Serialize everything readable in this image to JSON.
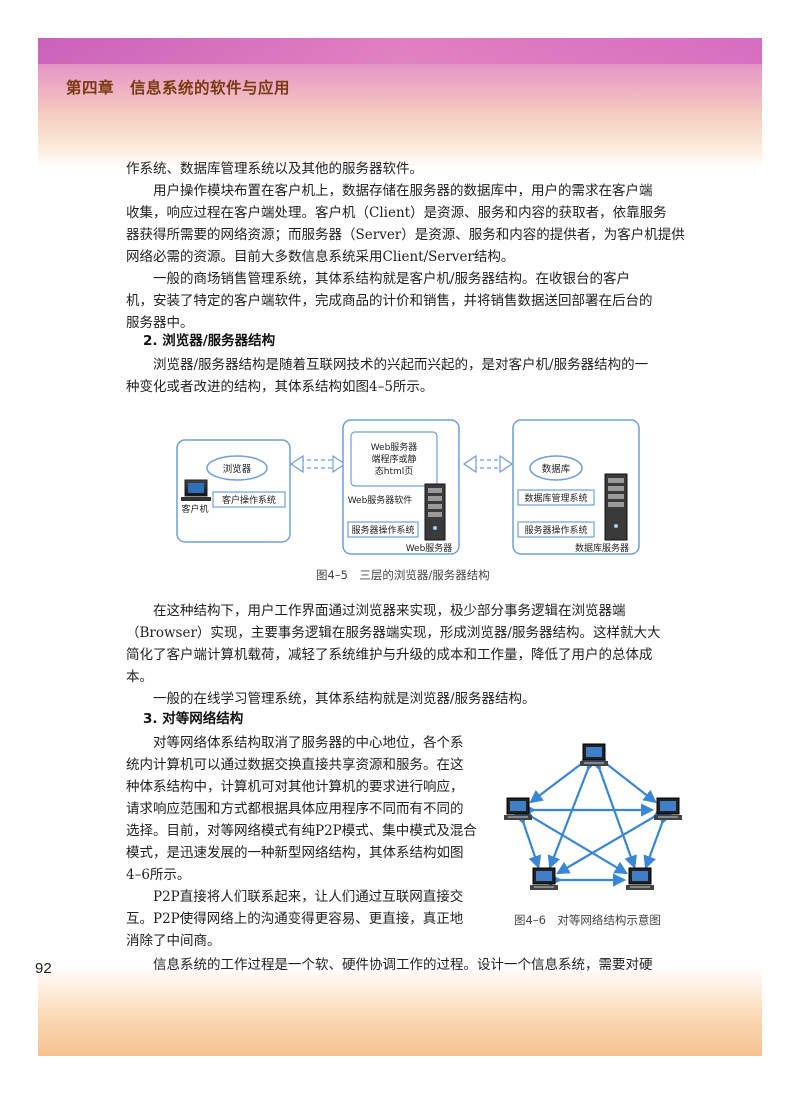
{
  "header": {
    "chapter_title": "第四章　信息系统的软件与应用"
  },
  "page_number": "92",
  "paragraphs": {
    "p1": [
      "作系统、数据库管理系统以及其他的服务器软件。"
    ],
    "p2": [
      "　　用户操作模块布置在客户机上，数据存储在服务器的数据库中，用户的需求在客户端",
      "收集，响应过程在客户端处理。客户机（Client）是资源、服务和内容的获取者，依靠服务",
      "器获得所需要的网络资源；而服务器（Server）是资源、服务和内容的提供者，为客户机提供",
      "网络必需的资源。目前大多数信息系统采用Client/Server结构。"
    ],
    "p3": [
      "　　一般的商场销售管理系统，其体系结构就是客户机/服务器结构。在收银台的客户",
      "机，安装了特定的客户端软件，完成商品的计价和销售，并将销售数据送回部署在后台的",
      "服务器中。"
    ],
    "h2": "2. 浏览器/服务器结构",
    "p4": [
      "　　浏览器/服务器结构是随着互联网技术的兴起而兴起的，是对客户机/服务器结构的一",
      "种变化或者改进的结构，其体系结构如图4–5所示。"
    ],
    "p5": [
      "　　在这种结构下，用户工作界面通过浏览器来实现，极少部分事务逻辑在浏览器端",
      "（Browser）实现，主要事务逻辑在服务器端实现，形成浏览器/服务器结构。这样就大大",
      "简化了客户端计算机载荷，减轻了系统维护与升级的成本和工作量，降低了用户的总体成",
      "本。"
    ],
    "p6": [
      "　　一般的在线学习管理系统，其体系结构就是浏览器/服务器结构。"
    ],
    "h3": "3. 对等网络结构",
    "p7": [
      "　　对等网络体系结构取消了服务器的中心地位，各个系",
      "统内计算机可以通过数据交换直接共享资源和服务。在这",
      "种体系结构中，计算机可对其他计算机的要求进行响应，",
      "请求响应范围和方式都根据具体应用程序不同而有不同的",
      "选择。目前，对等网络模式有纯P2P模式、集中模式及混合",
      "模式，是迅速发展的一种新型网络结构，其体系结构如图",
      "4–6所示。"
    ],
    "p8": [
      "　　P2P直接将人们联系起来，让人们通过互联网直接交",
      "互。P2P使得网络上的沟通变得更容易、更直接，真正地",
      "消除了中间商。"
    ],
    "p9": [
      "　　信息系统的工作过程是一个软、硬件协调工作的过程。设计一个信息系统，需要对硬"
    ]
  },
  "fig45": {
    "caption": "图4–5　三层的浏览器/服务器结构",
    "browser": "浏览器",
    "client_os": "客户操作系统",
    "client_pc": "客户机",
    "web_program": [
      "Web服务器",
      "端程序或静",
      "态html页"
    ],
    "web_software": "Web服务器软件",
    "server_os": "服务器操作系统",
    "web_server": "Web服务器",
    "database": "数据库",
    "dbms": "数据库管理系统",
    "db_server_os": "服务器操作系统",
    "db_server": "数据库服务器"
  },
  "fig46": {
    "caption": "图4–6　对等网络结构示意图"
  },
  "colors": {
    "box_border": "#6f9fd8",
    "arrow": "#3a86d6",
    "header_text": "#7a3a10"
  }
}
